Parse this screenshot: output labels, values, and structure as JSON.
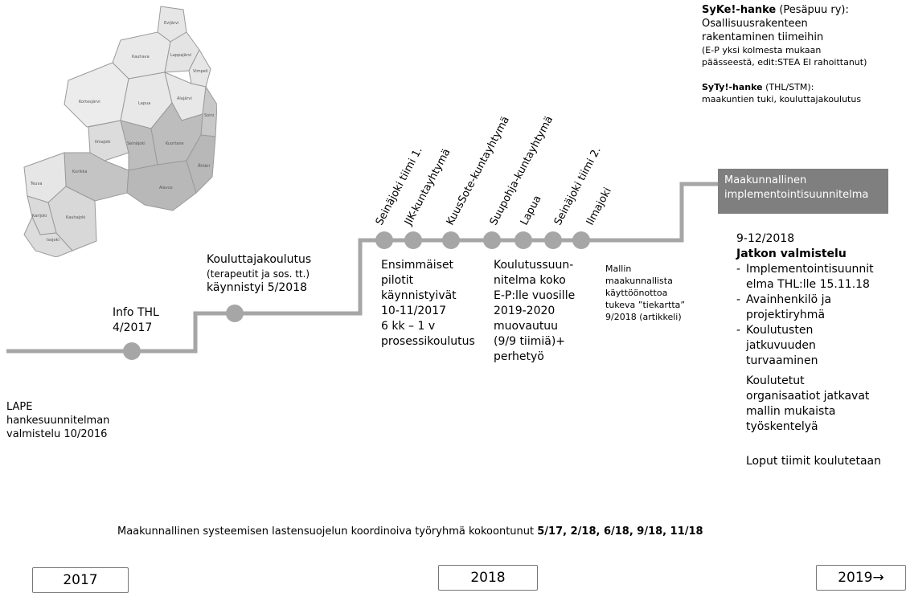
{
  "title_box": {
    "syke_title": "SyKe!-hanke",
    "syke_org": " (Pesäpuu ry):",
    "syke_desc_l1": "Osallisuusrakenteen",
    "syke_desc_l2": "rakentaminen tiimeihin",
    "syke_note_l1": "(E-P yksi kolmesta mukaan",
    "syke_note_l2": "päässeestä, edit:STEA EI rahoittanut)",
    "syty_title": "SyTy!-hanke",
    "syty_org": " (THL/STM):",
    "syty_desc": "maakuntien tuki, kouluttajakoulutus"
  },
  "plan_box": {
    "line1": "Maakunnallinen",
    "line2": "implementointisuunnitelma"
  },
  "milestones": {
    "info_thl_l1": "Info THL",
    "info_thl_l2": "4/2017",
    "kouluttaja_l1": "Kouluttajakoulutus",
    "kouluttaja_l2": "(terapeutit  ja sos. tt.)",
    "kouluttaja_l3": "käynnistyi 5/2018",
    "lape_l1": "LAPE",
    "lape_l2": "hankesuunnitelman",
    "lape_l3": "valmistelu 10/2016"
  },
  "teams": [
    "Seinäjoki tiimi 1.",
    "JIK-kuntayhtymä",
    "KuusSote-kuntayhtymä",
    "Suupohja-kuntayhtymä",
    "Lapua",
    "Seinäjoki tiimi 2.",
    "Ilmajoki"
  ],
  "pilots": {
    "l1": "Ensimmäiset",
    "l2": "pilotit",
    "l3": "käynnistyivät",
    "l4": "10-11/2017",
    "l5": "6 kk – 1 v",
    "l6": "prosessikoulutus"
  },
  "training_plan": {
    "l1": "Koulutussuun-",
    "l2": "nitelma koko",
    "l3": "E-P:lle vuosille",
    "l4": "2019-2020",
    "l5": "muovautuu",
    "l6": "(9/9 tiimiä)+",
    "l7": "perhetyö"
  },
  "roadmap": {
    "l1": "Mallin",
    "l2": "maakunnallista",
    "l3": "käyttöönottoa",
    "l4": "tukeva ”tiekartta”",
    "l5": "9/2018 (artikkeli)"
  },
  "continuation": {
    "date": "9-12/2018",
    "heading": "Jatkon valmistelu",
    "item1_l1": "Implementointisuunnit",
    "item1_l2": "elma THL:lle 15.11.18",
    "item2_l1": "Avainhenkilö ja",
    "item2_l2": "projektiryhmä",
    "item3_l1": "Koulutusten",
    "item3_l2": "jatkuvuuden",
    "item3_l3": "turvaaminen",
    "orgs_l1": "Koulutetut",
    "orgs_l2": "organisaatiot jatkavat",
    "orgs_l3": "mallin mukaista",
    "orgs_l4": "työskentelyä",
    "rest": "Loput tiimit koulutetaan"
  },
  "footer": {
    "text": "Maakunnallinen systeemisen lastensuojelun koordinoiva työryhmä kokoontunut ",
    "dates": "5/17,  2/18, 6/18, 9/18, 11/18"
  },
  "years": [
    "2017",
    "2018",
    "2019→"
  ],
  "map_labels": [
    "Evijärvi",
    "Kauhava",
    "Lappajärvi",
    "Vimpeli",
    "Kortesjärvi",
    "Lapua",
    "Alajärvi",
    "Soini",
    "Ilmajoki",
    "Seinäjoki",
    "Kuortane",
    "Kurikka",
    "Alavus",
    "Ähtäri",
    "Teuva",
    "Kauhajoki",
    "Karijoki",
    "Isojoki"
  ],
  "colors": {
    "line": "#a6a6a6",
    "dot": "#a6a6a6",
    "box": "#7f7f7f"
  }
}
